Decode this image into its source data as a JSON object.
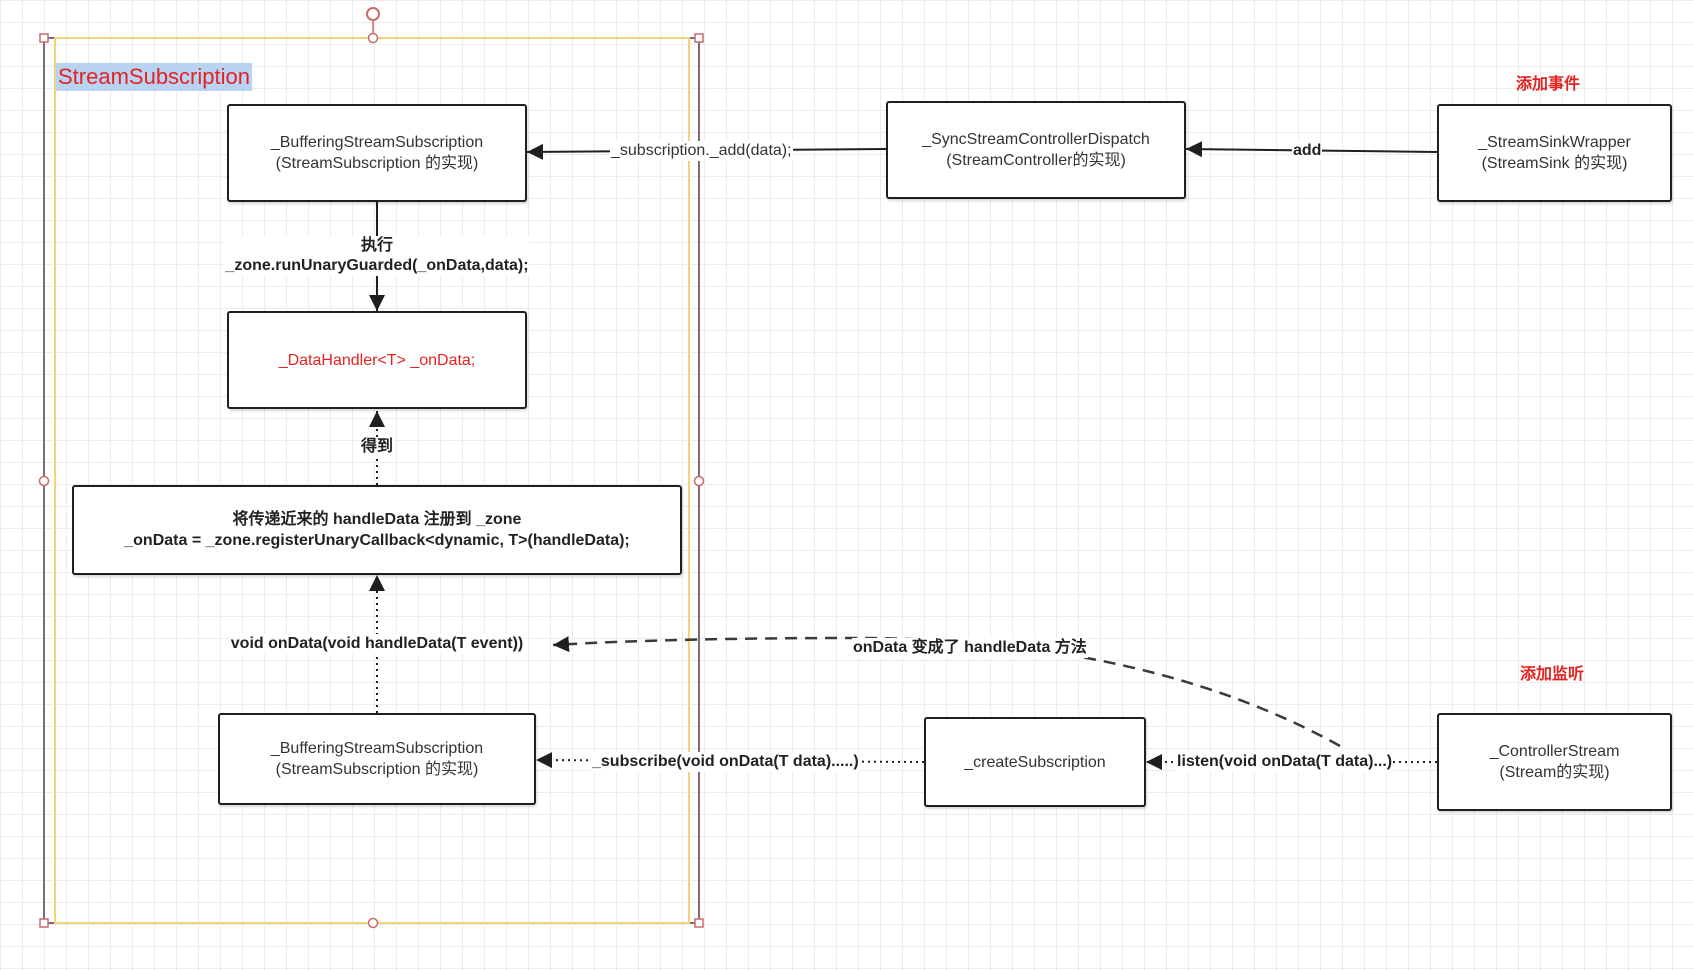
{
  "container": {
    "title": "StreamSubscription"
  },
  "notes": {
    "add_event": "添加事件",
    "add_listener": "添加监听"
  },
  "nodes": {
    "buffering_top": [
      "_BufferingStreamSubscription",
      "(StreamSubscription 的实现)"
    ],
    "sync_dispatch": [
      "_SyncStreamControllerDispatch",
      "(StreamController的实现)"
    ],
    "sink_wrapper": [
      "_StreamSinkWrapper",
      "(StreamSink 的实现)"
    ],
    "data_handler": [
      "_DataHandler<T> _onData;"
    ],
    "register_callback": [
      "将传递近来的 handleData 注册到 _zone",
      "_onData = _zone.registerUnaryCallback<dynamic, T>(handleData);"
    ],
    "buffering_bottom": [
      "_BufferingStreamSubscription",
      "(StreamSubscription 的实现)"
    ],
    "create_subscription": [
      "_createSubscription"
    ],
    "controller_stream": [
      "_ControllerStream",
      "(Stream的实现)"
    ]
  },
  "edges": {
    "subscription_add": "_subscription._add(data);",
    "add": "add",
    "execute": [
      "执行",
      "_zone.runUnaryGuarded(_onData,data);"
    ],
    "obtain": "得到",
    "on_data": "void onData(void handleData(T event))",
    "on_data_becomes": "onData 变成了 handleData 方法",
    "subscribe": "_subscribe(void onData(T data).....)",
    "listen": "listen(void onData(T data)...)"
  },
  "colors": {
    "accent_red": "#e52222",
    "selection_blue": "#b9d4f2",
    "container_border": "#f2d27a",
    "edge": "#1f1f1f"
  }
}
